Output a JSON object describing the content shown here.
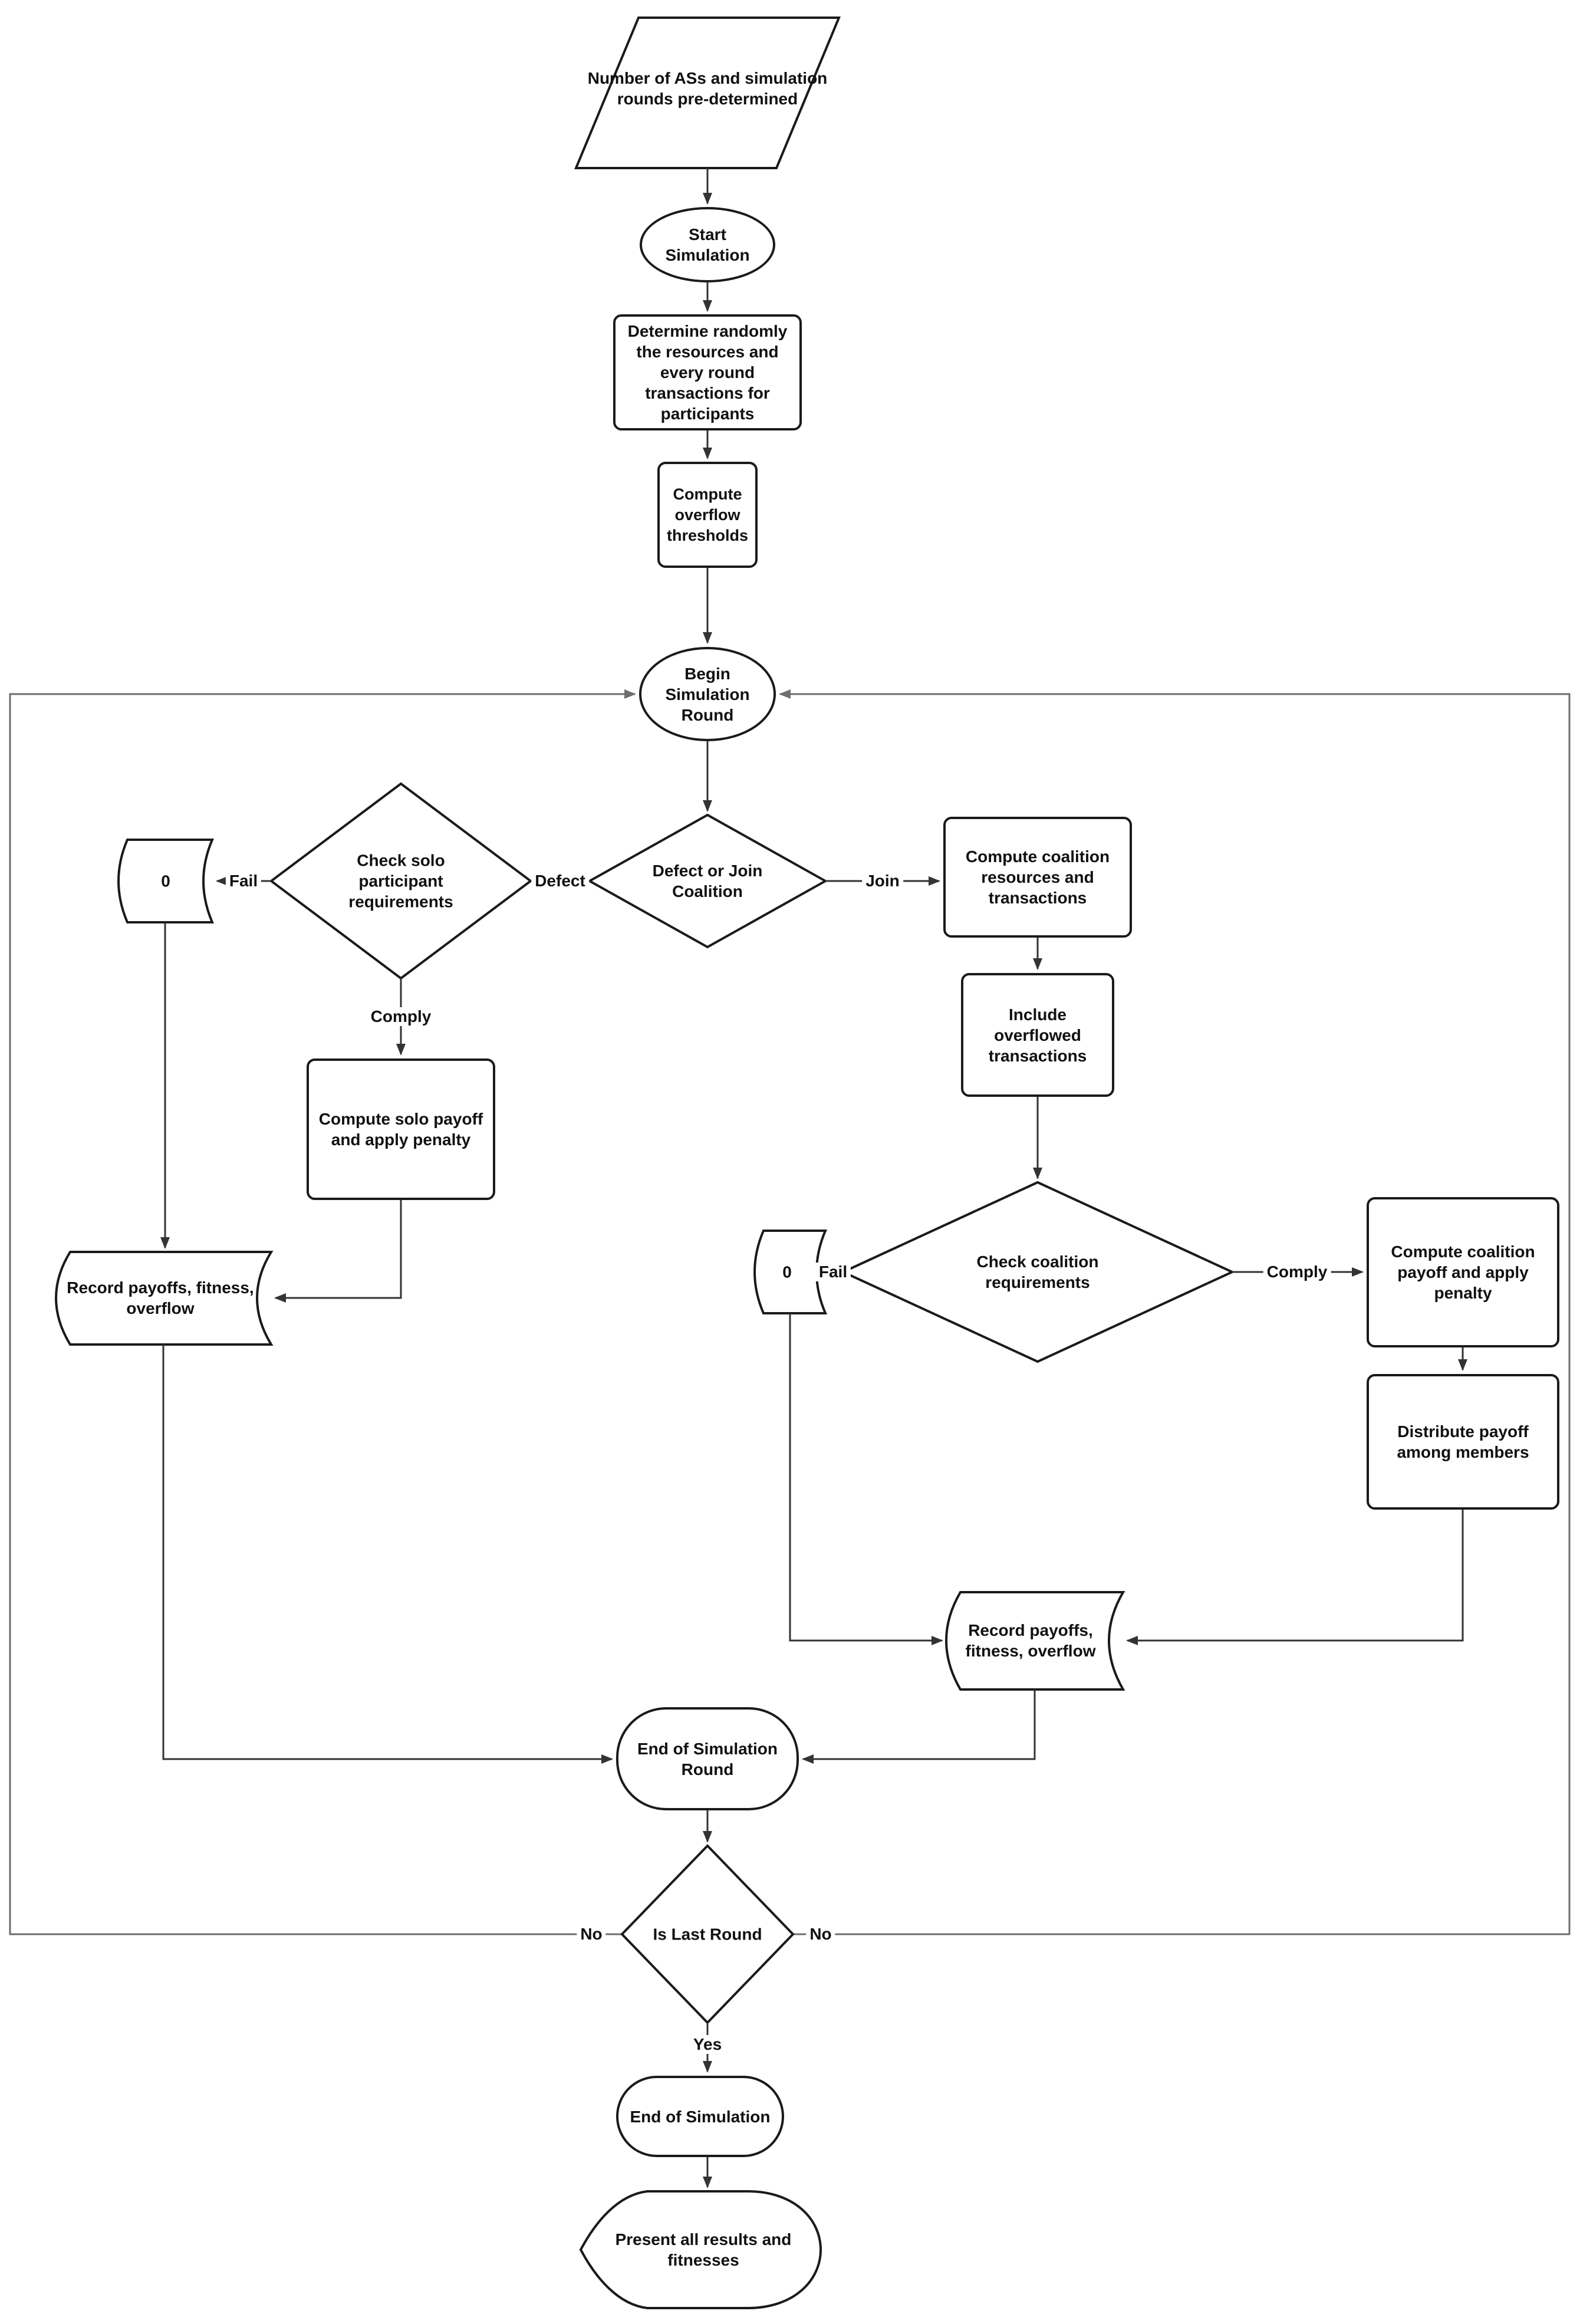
{
  "diagram": {
    "title": "Simulation flowchart",
    "colors": {
      "shape_stroke": "#1a1a1a",
      "connector": "#333333",
      "loop_line": "#6e6e6e",
      "background": "#ffffff",
      "text": "#111111"
    },
    "nodes": {
      "predetermined": {
        "shape": "parallelogram",
        "label": "Number of ASs and simulation rounds pre-determined"
      },
      "start": {
        "shape": "terminator",
        "label": "Start Simulation"
      },
      "determine": {
        "shape": "process",
        "label": "Determine randomly the resources and every round transactions for participants"
      },
      "overflow_thresholds": {
        "shape": "process",
        "label": "Compute overflow thresholds"
      },
      "begin_round": {
        "shape": "terminator",
        "label": "Begin Simulation Round"
      },
      "defect_or_join": {
        "shape": "decision",
        "label": "Defect or Join Coalition"
      },
      "check_solo": {
        "shape": "decision",
        "label": "Check solo participant requirements"
      },
      "zero_left": {
        "shape": "stored-data",
        "label": "0"
      },
      "solo_payoff": {
        "shape": "process",
        "label": "Compute solo payoff and apply penalty"
      },
      "record_left": {
        "shape": "stored-data",
        "label": "Record payoffs, fitness, overflow"
      },
      "coalition_resources": {
        "shape": "process",
        "label": "Compute coalition resources and transactions"
      },
      "include_overflowed": {
        "shape": "process",
        "label": "Include overflowed transactions"
      },
      "check_coalition": {
        "shape": "decision",
        "label": "Check coalition requirements"
      },
      "zero_right": {
        "shape": "stored-data",
        "label": "0"
      },
      "coalition_payoff": {
        "shape": "process",
        "label": "Compute coalition payoff and apply penalty"
      },
      "distribute": {
        "shape": "process",
        "label": "Distribute payoff among members"
      },
      "record_right": {
        "shape": "stored-data",
        "label": "Record payoffs, fitness, overflow"
      },
      "end_round": {
        "shape": "terminator",
        "label": "End of Simulation Round"
      },
      "is_last_round": {
        "shape": "decision",
        "label": "Is Last Round"
      },
      "end_sim": {
        "shape": "terminator",
        "label": "End of Simulation"
      },
      "present": {
        "shape": "display",
        "label": "Present all results and fitnesses"
      }
    },
    "edge_labels": {
      "defect": "Defect",
      "fail_left": "Fail",
      "comply_left": "Comply",
      "join": "Join",
      "fail_right": "Fail",
      "comply_right": "Comply",
      "no_left": "No",
      "no_right": "No",
      "yes": "Yes"
    }
  }
}
